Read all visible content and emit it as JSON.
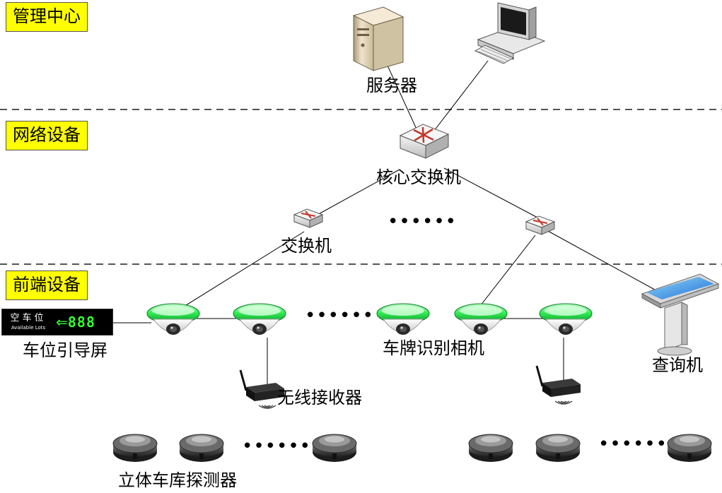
{
  "tiers": {
    "management": "管理中心",
    "network": "网络设备",
    "frontend": "前端设备"
  },
  "devices": {
    "server": "服务器",
    "core_switch": "核心交换机",
    "switch": "交换机",
    "guidance_screen": "车位引导屏",
    "plate_camera": "车牌识别相机",
    "wireless_receiver": "无线接收器",
    "kiosk": "查询机",
    "detector": "立体车库探测器"
  },
  "ellipsis": "••••••",
  "sign": {
    "top_text": "空车位",
    "bottom_text": "Available Lots",
    "arrow": "⇐",
    "count": "888"
  },
  "colors": {
    "tier_label_bg": "#ffff00",
    "camera_ring": "#22dd44",
    "sign_led": "#33ff33"
  }
}
